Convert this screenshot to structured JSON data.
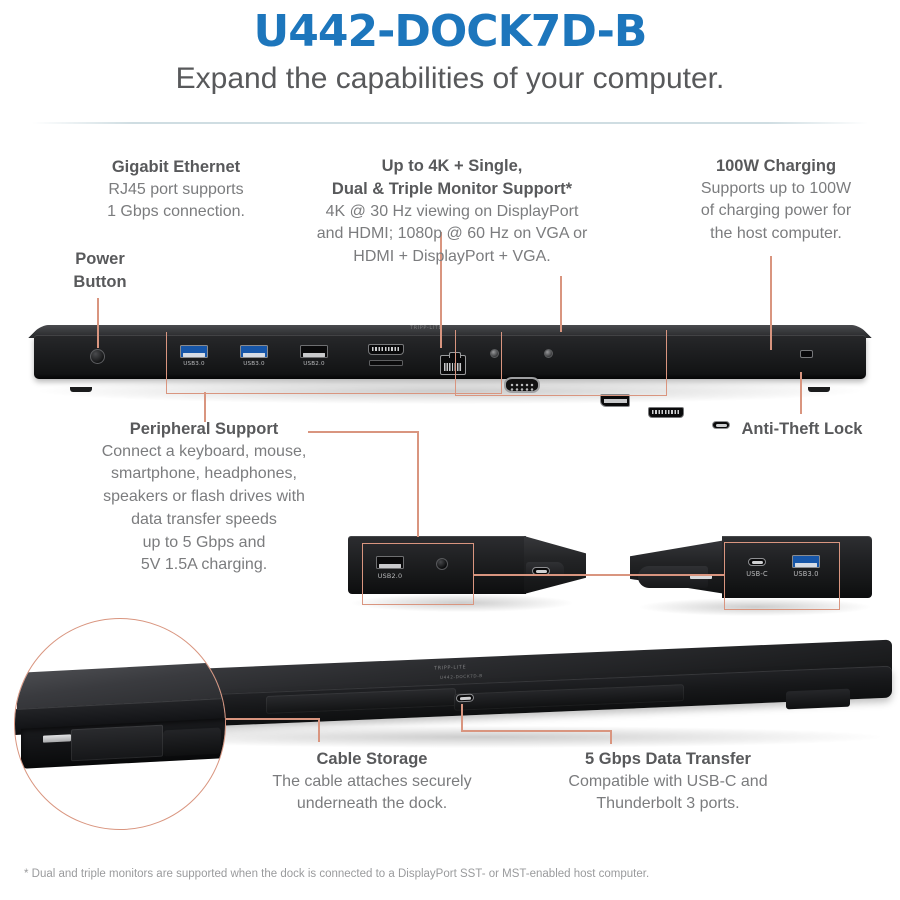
{
  "header": {
    "title": "U442-DOCK7D-B",
    "subtitle": "Expand the capabilities of your computer."
  },
  "callouts": [
    {
      "id": "gigabit-ethernet",
      "heading": "Gigabit Ethernet",
      "body": "RJ45 port supports\n1 Gbps connection."
    },
    {
      "id": "monitor-support",
      "heading": "Up to 4K + Single,\nDual & Triple Monitor Support*",
      "body": "4K @ 30 Hz viewing on DisplayPort\nand HDMI; 1080p @ 60 Hz on VGA or\nHDMI + DisplayPort + VGA."
    },
    {
      "id": "charging-100w",
      "heading": "100W Charging",
      "body": "Supports up to 100W\nof charging power for\nthe host computer."
    },
    {
      "id": "power-button",
      "heading": "Power\nButton",
      "body": ""
    },
    {
      "id": "peripheral-support",
      "heading": "Peripheral Support",
      "body": "Connect a keyboard, mouse,\nsmartphone, headphones,\nspeakers or flash drives with\ndata transfer speeds\nup to 5 Gbps and\n5V 1.5A charging."
    },
    {
      "id": "anti-theft-lock",
      "heading": "Anti-Theft Lock",
      "body": ""
    },
    {
      "id": "cable-storage",
      "heading": "Cable Storage",
      "body": "The cable attaches securely\nunderneath the dock."
    },
    {
      "id": "data-transfer",
      "heading": "5 Gbps Data Transfer",
      "body": "Compatible with USB-C and\nThunderbolt 3 ports."
    }
  ],
  "ports": {
    "rear": [
      {
        "label": "USB3.0",
        "type": "usb-a-blue"
      },
      {
        "label": "USB3.0",
        "type": "usb-a-blue"
      },
      {
        "label": "USB2.0",
        "type": "usb-a-black"
      },
      {
        "label": "",
        "type": "hdmi"
      },
      {
        "label": "",
        "type": "sd-card-slot"
      },
      {
        "label": "",
        "type": "rj45"
      },
      {
        "label": "",
        "type": "vga"
      },
      {
        "label": "",
        "type": "displayport"
      },
      {
        "label": "",
        "type": "hdmi"
      },
      {
        "label": "",
        "type": "usb-c-charging"
      },
      {
        "label": "",
        "type": "kensington-lock"
      }
    ],
    "side_left": [
      {
        "label": "USB2.0",
        "type": "usb-a-black"
      },
      {
        "label": "",
        "type": "audio-jack"
      }
    ],
    "side_right": [
      {
        "label": "USB-C",
        "type": "usb-c"
      },
      {
        "label": "USB3.0",
        "type": "usb-a-blue"
      }
    ]
  },
  "silkscreen": {
    "rear": "TRIPP-LITE",
    "bottom_brand": "TRIPP-LITE",
    "bottom_model": "U442-DOCK7D-B"
  },
  "footnote": "* Dual and triple monitors are supported when the dock is connected to a DisplayPort SST- or MST-enabled host computer.",
  "colors": {
    "title_blue": "#1d76bc",
    "heading_gray": "#58595b",
    "body_gray": "#7b7c7e",
    "leader_line": "#d9957f",
    "rule": "#cfdde2"
  }
}
